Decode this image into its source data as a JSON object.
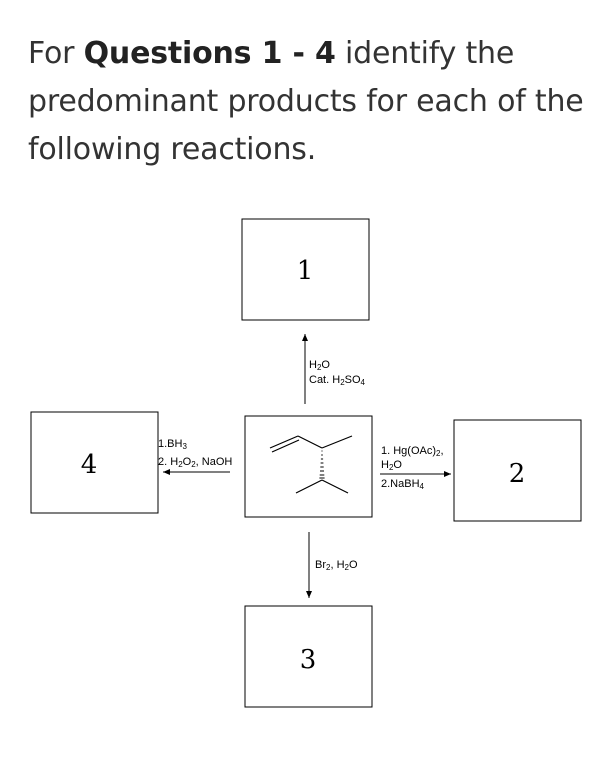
{
  "question": {
    "prefix": "For ",
    "bold": "Questions 1 - 4",
    "suffix": " identify the predominant products for each of the following reactions."
  },
  "boxes": {
    "top": "1",
    "right": "2",
    "bottom": "3",
    "left": "4"
  },
  "conditions": {
    "top": {
      "line1": "H2O",
      "line2": "Cat. H2SO4"
    },
    "right": {
      "line1": "1. Hg(OAc)2,",
      "line2": "H2O",
      "line3": "2.NaBH4"
    },
    "bottom": {
      "line1": "Br2, H2O"
    },
    "left": {
      "line1": "1.BH3",
      "line2": "2. H2O2, NaOH"
    }
  }
}
